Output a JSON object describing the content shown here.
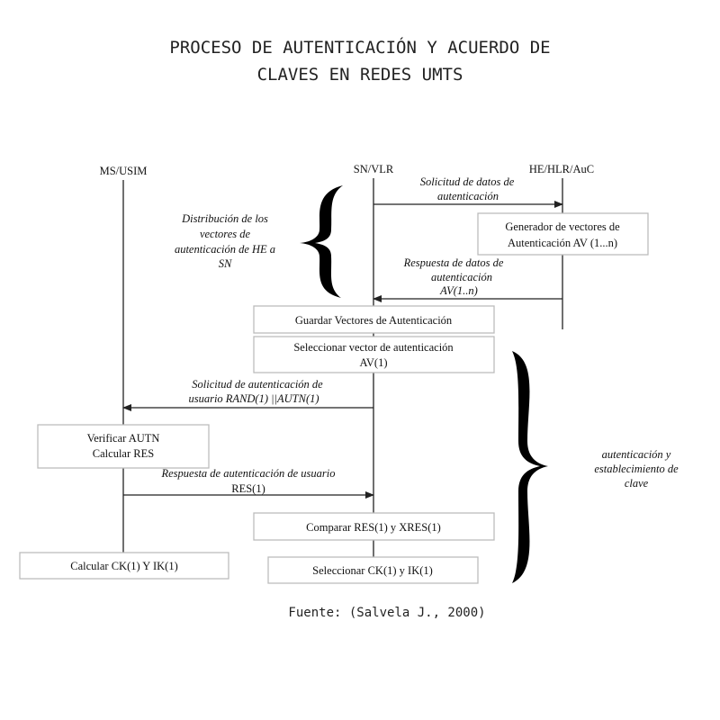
{
  "title": {
    "line1": "PROCESO DE AUTENTICACIÓN Y ACUERDO DE",
    "line2": "CLAVES EN REDES UMTS"
  },
  "entities": {
    "ms": "MS/USIM",
    "sn": "SN/VLR",
    "he": "HE/HLR/AuC"
  },
  "messages": {
    "req_data": [
      "Solicitud de datos de",
      "autenticación"
    ],
    "resp_data": [
      "Respuesta de datos de",
      "autenticación",
      "AV(1..n)"
    ],
    "auth_req": [
      "Solicitud de autenticación de",
      "usuario  RAND(1) ||AUTN(1)"
    ],
    "auth_resp": [
      "Respuesta de autenticación de usuario",
      "RES(1)"
    ]
  },
  "boxes": {
    "generator": [
      "Generador de vectores de",
      "Autenticación AV  (1...n)"
    ],
    "store": [
      "Guardar Vectores de Autenticación"
    ],
    "select_vector": [
      "Seleccionar vector de autenticación",
      "AV(1)"
    ],
    "verify": [
      "Verificar AUTN",
      "Calcular RES"
    ],
    "compare": [
      "Comparar RES(1) y XRES(1)"
    ],
    "calc_keys": [
      "Calcular CK(1) Y IK(1)"
    ],
    "select_keys": [
      "Seleccionar CK(1) y IK(1)"
    ]
  },
  "annotations": {
    "distribution": [
      "Distribución de los",
      "vectores de",
      "autenticación de HE a",
      "SN"
    ],
    "auth_key": [
      "autenticación y",
      "establecimiento de",
      "clave"
    ]
  },
  "source": "Fuente: (Salvela J., 2000)"
}
